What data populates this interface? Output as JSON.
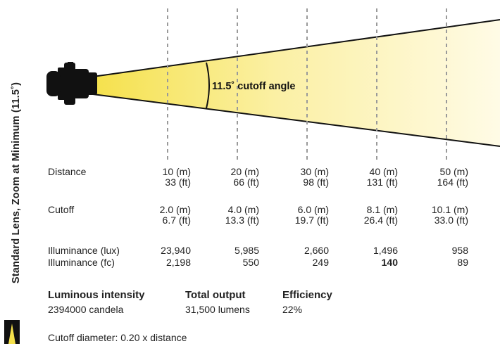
{
  "side_label": "Standard Lens, Zoom at Minimum (11.5˚)",
  "beam": {
    "angle_text": "11.5˚ cutoff angle",
    "colors": {
      "light_core": "#f5e14c",
      "light_fade": "#fffbe3",
      "edge": "#111111",
      "dashes": "#9a9a9a"
    }
  },
  "rows": {
    "distance_label": "Distance",
    "cutoff_label": "Cutoff",
    "lux_label": "Illuminance (lux)",
    "fc_label": "Illuminance (fc)"
  },
  "columns": [
    {
      "dist_m": "10 (m)",
      "dist_ft": "33 (ft)",
      "cut_m": "2.0 (m)",
      "cut_ft": "6.7 (ft)",
      "lux": "23,940",
      "fc": "2,198"
    },
    {
      "dist_m": "20 (m)",
      "dist_ft": "66 (ft)",
      "cut_m": "4.0 (m)",
      "cut_ft": "13.3 (ft)",
      "lux": "5,985",
      "fc": "550"
    },
    {
      "dist_m": "30 (m)",
      "dist_ft": "98 (ft)",
      "cut_m": "6.0 (m)",
      "cut_ft": "19.7 (ft)",
      "lux": "2,660",
      "fc": "249"
    },
    {
      "dist_m": "40 (m)",
      "dist_ft": "131 (ft)",
      "cut_m": "8.1 (m)",
      "cut_ft": "26.4 (ft)",
      "lux": "1,496",
      "fc": "140"
    },
    {
      "dist_m": "50 (m)",
      "dist_ft": "164 (ft)",
      "cut_m": "10.1 (m)",
      "cut_ft": "33.0 (ft)",
      "lux": "958",
      "fc": "89"
    }
  ],
  "summary": {
    "intensity_label": "Luminous intensity",
    "intensity_value": "2394000 candela",
    "output_label": "Total output",
    "output_value": "31,500 lumens",
    "efficiency_label": "Efficiency",
    "efficiency_value": "22%"
  },
  "footer": "Cutoff diameter: 0.20 x distance",
  "icons": {
    "fixture": "spotlight-fixture-icon",
    "beam_legend": "beam-legend-icon"
  }
}
